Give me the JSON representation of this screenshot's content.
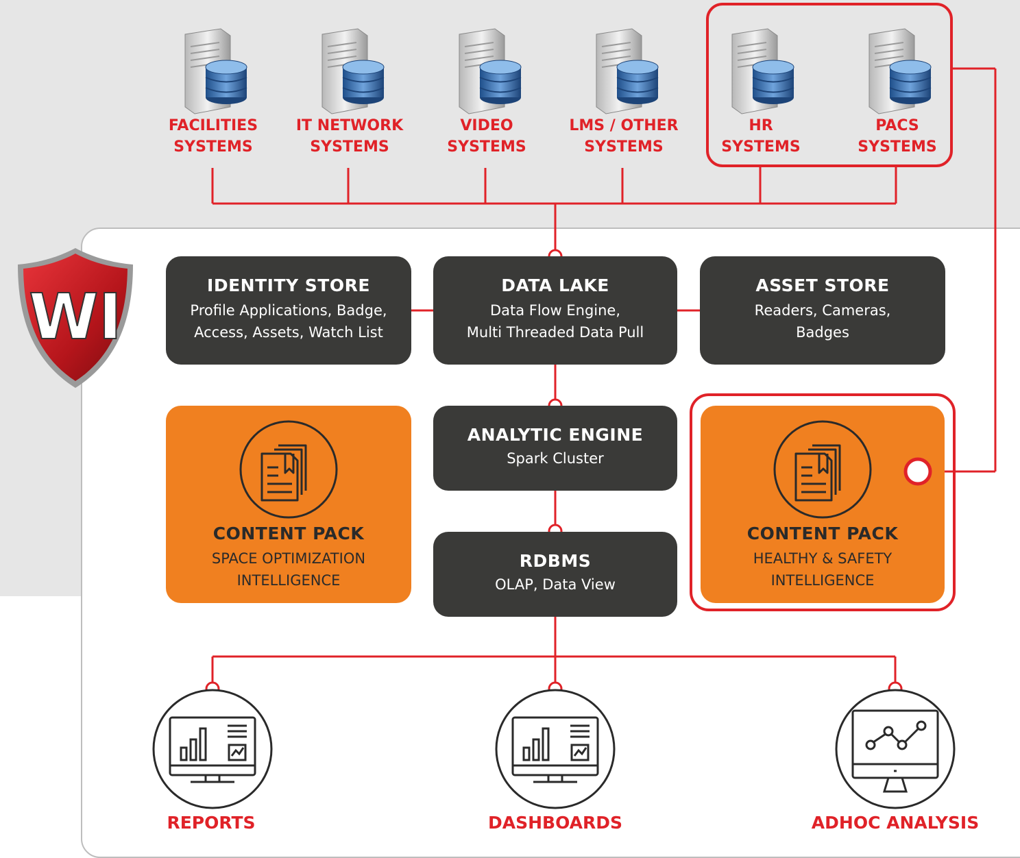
{
  "sources": [
    {
      "line1": "FACILITIES",
      "line2": "SYSTEMS"
    },
    {
      "line1": "IT NETWORK",
      "line2": "SYSTEMS"
    },
    {
      "line1": "VIDEO",
      "line2": "SYSTEMS"
    },
    {
      "line1": "LMS / OTHER",
      "line2": "SYSTEMS"
    },
    {
      "line1": "HR",
      "line2": "SYSTEMS"
    },
    {
      "line1": "PACS",
      "line2": "SYSTEMS"
    }
  ],
  "logo": {
    "text": "WI"
  },
  "identity_store": {
    "title": "IDENTITY STORE",
    "line1": "Profile Applications, Badge,",
    "line2": "Access, Assets, Watch List"
  },
  "data_lake": {
    "title": "DATA LAKE",
    "line1": "Data Flow Engine,",
    "line2": "Multi Threaded Data Pull"
  },
  "asset_store": {
    "title": "ASSET STORE",
    "line1": "Readers, Cameras,",
    "line2": "Badges"
  },
  "analytic_engine": {
    "title": "ANALYTIC ENGINE",
    "line1": "Spark Cluster"
  },
  "rdbms": {
    "title": "RDBMS",
    "line1": "OLAP, Data View"
  },
  "content_pack_left": {
    "title": "CONTENT PACK",
    "line1": "SPACE OPTIMIZATION",
    "line2": "INTELLIGENCE"
  },
  "content_pack_right": {
    "title": "CONTENT PACK",
    "line1": "HEALTHY & SAFETY",
    "line2": "INTELLIGENCE"
  },
  "outputs": {
    "reports": "REPORTS",
    "dashboards": "DASHBOARDS",
    "adhoc": "ADHOC ANALYSIS"
  },
  "colors": {
    "accent": "#e02228",
    "dark_box": "#3a3a38",
    "orange_box": "#f08020",
    "background": "#e6e6e6"
  },
  "icons": [
    "server-database-icon",
    "shield-logo",
    "document-stack-icon",
    "monitor-chart-icon",
    "monitor-line-graph-icon"
  ]
}
